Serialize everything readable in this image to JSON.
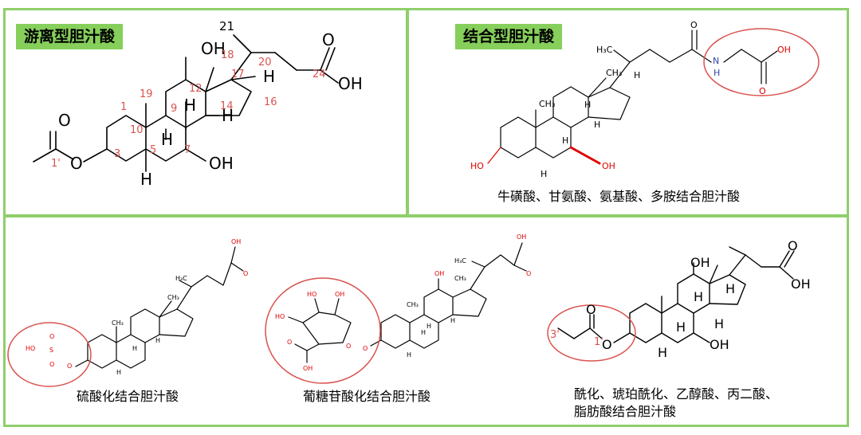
{
  "labels": {
    "free": "游离型胆汁酸",
    "conjugated": "结合型胆汁酸"
  },
  "captions": {
    "conjugated": "牛磺酸、甘氨酸、氨基酸、多胺结合胆汁酸",
    "sulfate": "硫酸化结合胆汁酸",
    "glucuronide": "葡糖苷酸化结合胆汁酸",
    "acyl_line1": "酰化、琥珀酰化、乙醇酸、丙二酸、",
    "acyl_line2": "脂肪酸结合胆汁酸"
  },
  "main_structure": {
    "atoms": {
      "oh_top": "OH",
      "oh_7": "OH",
      "oh_acid": "OH",
      "o_acid": "O",
      "o_ester": "O",
      "o_carbonyl": "O",
      "h_17": "H",
      "h_9": "H",
      "h_8": "H",
      "h_14": "H",
      "h_5": "H"
    },
    "numbers": {
      "n21": "21",
      "n18": "18",
      "n20": "20",
      "n17": "17",
      "n24": "24",
      "n19": "19",
      "n12": "12",
      "n1": "1",
      "n9": "9",
      "n14": "14",
      "n16": "16",
      "n10": "10",
      "n3": "3",
      "n5": "5",
      "n7": "7",
      "n1p": "1'"
    }
  },
  "conjugated_structure": {
    "atoms": {
      "h3c": "H₃C",
      "o": "O",
      "n": "N",
      "h_n": "H",
      "oh_acid": "OH",
      "o_acid": "O",
      "ch3_18": "CH₃",
      "ch3_19": "CH₃",
      "h17": "H",
      "h_a": "H",
      "h_b": "H",
      "h_c": "H",
      "h_d": "H",
      "ho": "HO",
      "oh": "OH"
    }
  },
  "sulfate_structure": {
    "atoms": {
      "oh_top": "OH",
      "o_top": "O",
      "h3c": "H₃C",
      "ch3_a": "CH₃",
      "ch3_b": "CH₃",
      "h_a": "H",
      "h_b": "H",
      "h_c": "H",
      "ho": "HO",
      "s": "S",
      "o1": "O",
      "o2": "O",
      "o3": "O"
    }
  },
  "glucuronide_structure": {
    "atoms": {
      "oh_top": "OH",
      "o_top": "O",
      "h3c": "H₃C",
      "oh12": "OH",
      "ch3_a": "CH₃",
      "ch3_b": "CH₃",
      "h_a": "H",
      "h_b": "H",
      "h_c": "H",
      "h_d": "H",
      "ho": "HO",
      "ho2": "HO",
      "oh2": "OH",
      "o_ring": "O",
      "o_link": "O",
      "o_acid": "O",
      "oh_acid": "OH"
    }
  },
  "acyl_structure": {
    "atoms": {
      "oh12": "OH",
      "oh_acid": "OH",
      "o_acid": "O",
      "h_a": "H",
      "h_b": "H",
      "h_c": "H",
      "h_d": "H",
      "h_5": "H",
      "oh7": "OH",
      "o_ester": "O",
      "o_carb": "O"
    },
    "numbers": {
      "n3p": "3'",
      "n1p": "1'"
    }
  },
  "colors": {
    "panel_border": "#8fcf6a",
    "tag_bg": "#86cf5a",
    "highlight_circle": "#d9534f",
    "atom_number": "#d9534f",
    "hydroxyl": "#e00000"
  }
}
